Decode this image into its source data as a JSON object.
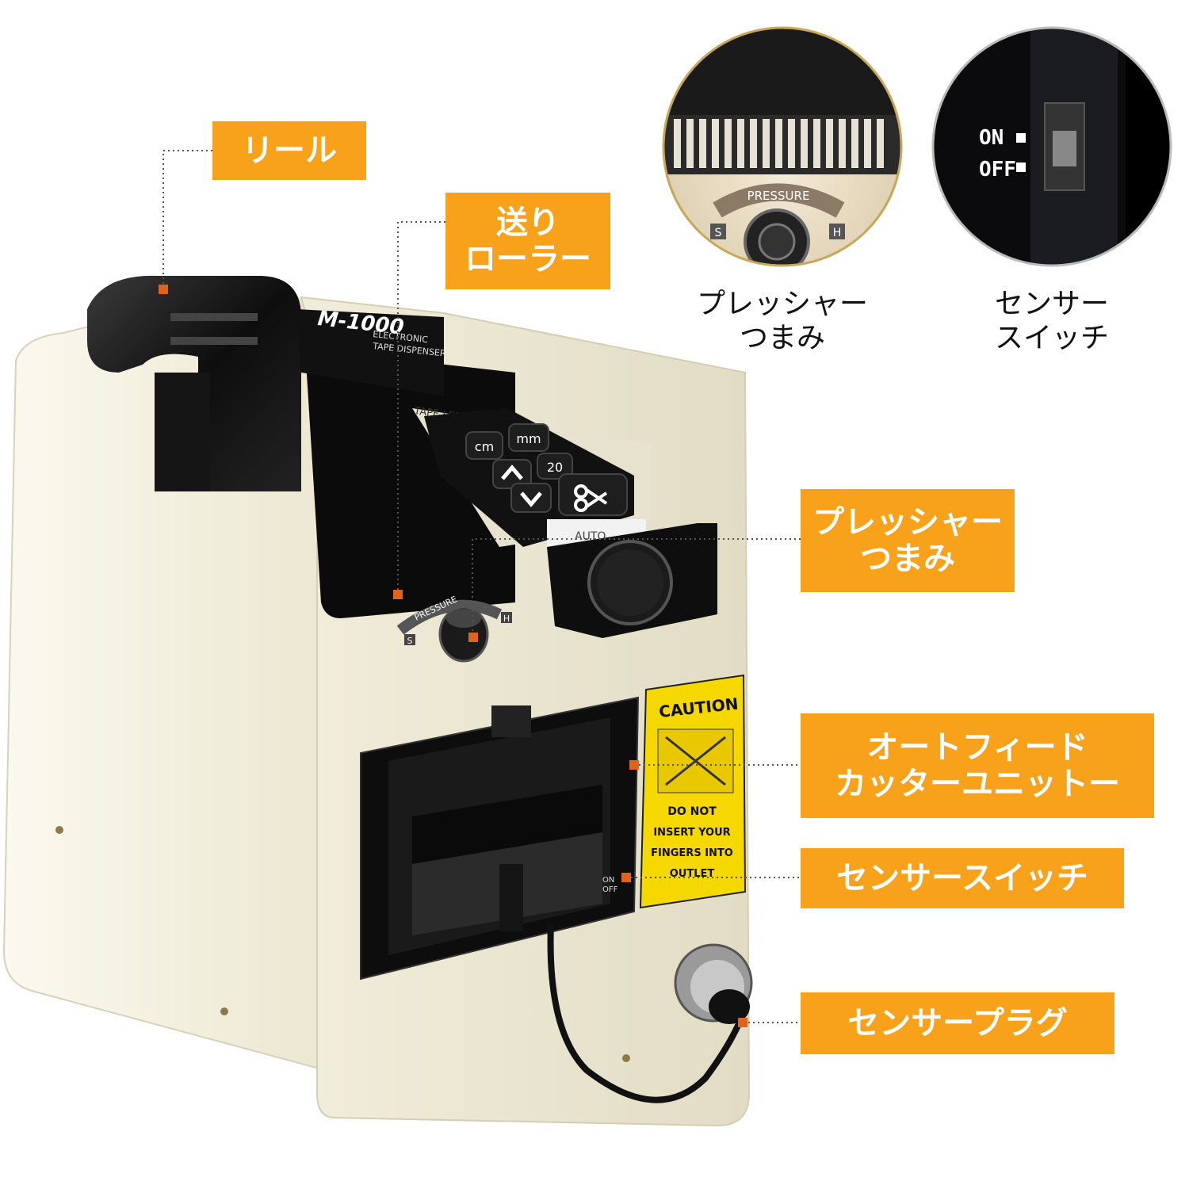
{
  "colors": {
    "callout_bg": "#f7a21a",
    "callout_text": "#ffffff",
    "marker": "#e0631b",
    "body_cream": "#f3f0df",
    "panel_black": "#111111",
    "caution_yellow": "#f5d800"
  },
  "callouts": {
    "reel": "リール",
    "feed_roller_line1": "送り",
    "feed_roller_line2": "ローラー",
    "pressure_knob_line1": "プレッシャー",
    "pressure_knob_line2": "つまみ",
    "cutter_unit_line1": "オートフィード",
    "cutter_unit_line2": "カッターユニットー",
    "sensor_switch": "センサースイッチ",
    "sensor_plug": "センサープラグ"
  },
  "insets": {
    "pressure_caption_line1": "プレッシャー",
    "pressure_caption_line2": "つまみ",
    "sensor_caption_line1": "センサー",
    "sensor_caption_line2": "スイッチ",
    "pressure_label": "PRESSURE",
    "pressure_s": "S",
    "pressure_h": "H",
    "switch_on": "ON",
    "switch_off": "OFF"
  },
  "device": {
    "brand": "M-1000",
    "subtitle_line1": "ELECTRONIC",
    "subtitle_line2": "TAPE DISPENSER",
    "tape_length_label": "TAPE LENGTH",
    "btn_cm": "cm",
    "btn_mm": "mm",
    "btn_20": "20",
    "auto_label": "AUTO",
    "pressure_label": "PRESSURE",
    "knob_s": "S",
    "knob_h": "H",
    "caution_title": "CAUTION",
    "caution_line1": "DO NOT",
    "caution_line2": "INSERT YOUR",
    "caution_line3": "FINGERS INTO",
    "caution_line4": "OUTLET",
    "switch_on": "ON",
    "switch_off": "OFF"
  }
}
